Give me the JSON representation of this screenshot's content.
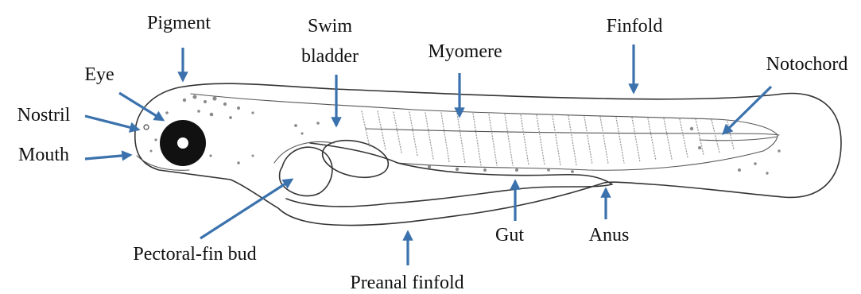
{
  "diagram": {
    "subject": "fish larva",
    "labels": {
      "pigment": "Pigment",
      "swim_bladder_line1": "Swim",
      "swim_bladder_line2": "bladder",
      "myomere": "Myomere",
      "finfold": "Finfold",
      "eye": "Eye",
      "notochord": "Notochord",
      "nostril": "Nostril",
      "mouth": "Mouth",
      "pectoral_fin_bud": "Pectoral-fin bud",
      "gut": "Gut",
      "anus": "Anus",
      "preanal_finfold": "Preanal finfold"
    },
    "colors": {
      "arrow": "#3b72ad",
      "outline": "#333333",
      "text": "#111111"
    }
  }
}
